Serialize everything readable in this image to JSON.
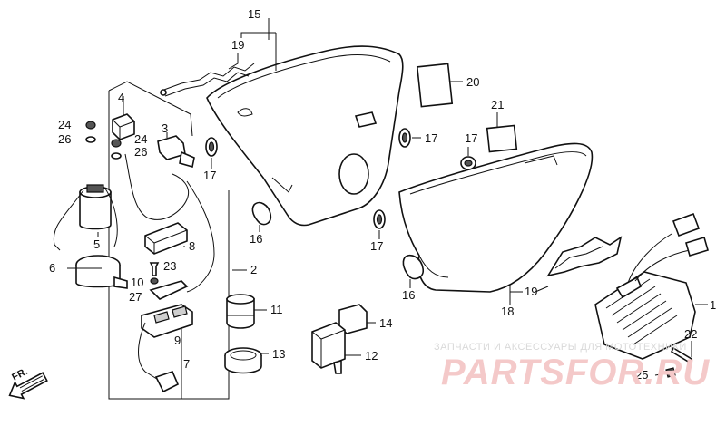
{
  "diagram": {
    "callouts": {
      "c1": "1",
      "c2": "2",
      "c3": "3",
      "c4": "4",
      "c5": "5",
      "c6": "6",
      "c7": "7",
      "c8": "8",
      "c9": "9",
      "c10": "10",
      "c11": "11",
      "c12": "12",
      "c13": "13",
      "c14": "14",
      "c15": "15",
      "c16a": "16",
      "c16b": "16",
      "c17a": "17",
      "c17b": "17",
      "c17c": "17",
      "c17d": "17",
      "c18": "18",
      "c19a": "19",
      "c19b": "19",
      "c20": "20",
      "c21": "21",
      "c22": "22",
      "c23": "23",
      "c24a": "24",
      "c24b": "24",
      "c25": "25",
      "c26a": "26",
      "c26b": "26",
      "c27": "27"
    },
    "direction_label": "FR."
  },
  "watermark": {
    "subtitle": "ЗАПЧАСТИ И АКСЕССУАРЫ ДЛЯ МОТОТЕХНИКИ",
    "logo": "PARTSFOR.RU"
  }
}
